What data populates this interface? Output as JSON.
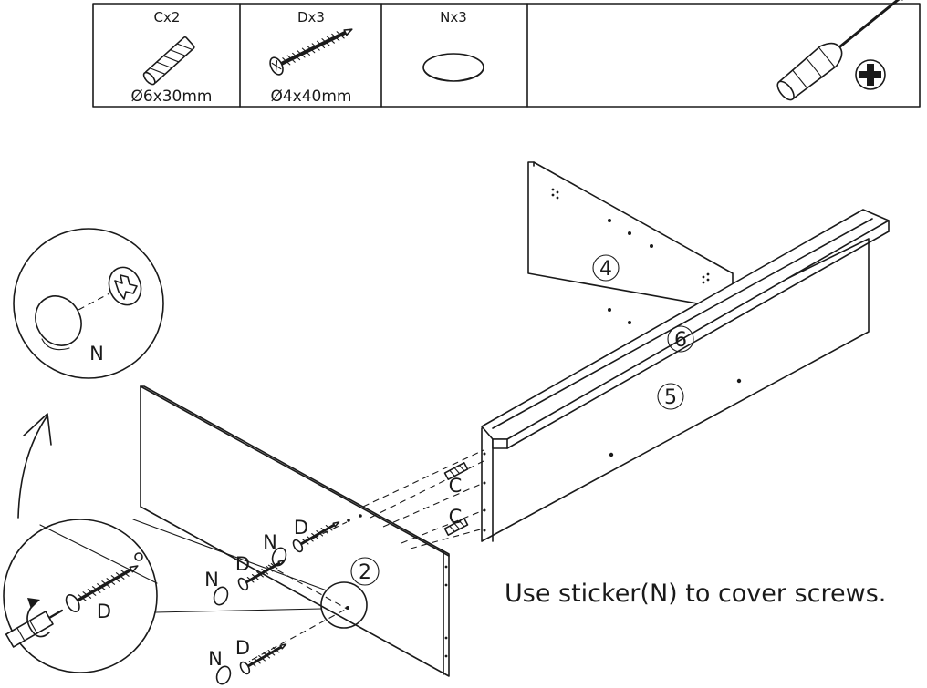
{
  "parts_table": {
    "dowel": {
      "header": "Cx2",
      "size": "Ø6x30mm",
      "icon": "wooden-dowel-icon"
    },
    "screw": {
      "header": "Dx3",
      "size": "Ø4x40mm",
      "icon": "screw-icon"
    },
    "sticker": {
      "header": "Nx3",
      "icon": "sticker-cap-icon"
    },
    "tool": {
      "icon": "phillips-screwdriver-icon"
    }
  },
  "panels": {
    "p2": "2",
    "p4": "4",
    "p5": "5",
    "p6": "6"
  },
  "labels": {
    "dowel_top": "C",
    "dowel_bottom": "C",
    "sticker_detail": "N",
    "screw_detail": "D",
    "sticker_upper": "N",
    "screw_upper": "D",
    "sticker_mid": "N",
    "screw_mid": "D",
    "sticker_low": "N",
    "screw_low": "D"
  },
  "instruction": "Use sticker(N) to cover screws."
}
